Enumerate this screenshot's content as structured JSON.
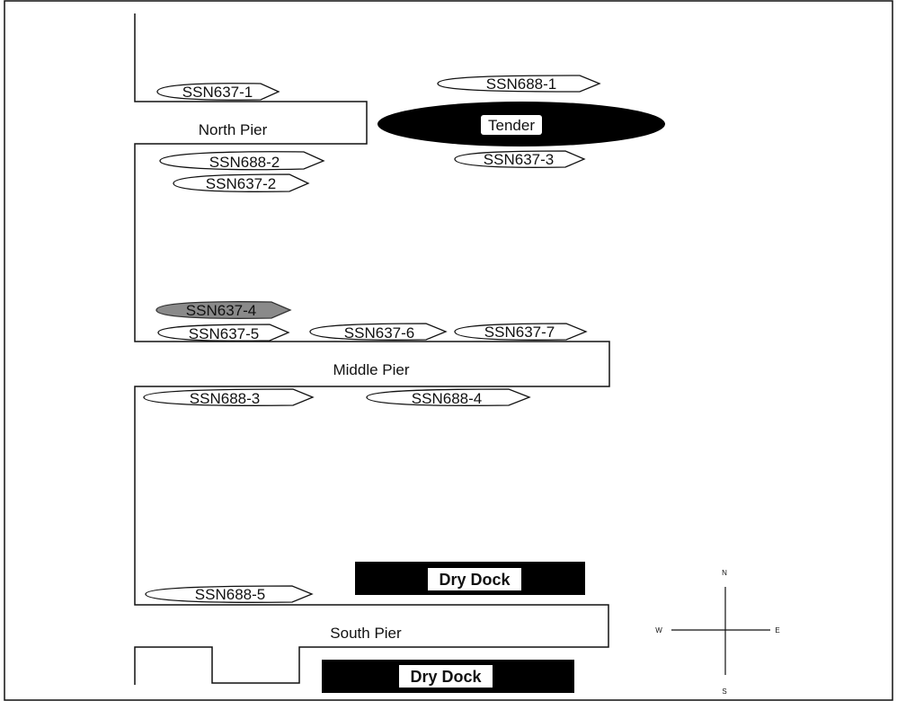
{
  "piers": {
    "north": "North Pier",
    "middle": "Middle Pier",
    "south": "South Pier"
  },
  "tender": {
    "label": "Tender"
  },
  "submarines": {
    "ssn637_1": "SSN637-1",
    "ssn688_1": "SSN688-1",
    "ssn688_2": "SSN688-2",
    "ssn637_2": "SSN637-2",
    "ssn637_3": "SSN637-3",
    "ssn637_4": "SSN637-4",
    "ssn637_5": "SSN637-5",
    "ssn637_6": "SSN637-6",
    "ssn637_7": "SSN637-7",
    "ssn688_3": "SSN688-3",
    "ssn688_4": "SSN688-4",
    "ssn688_5": "SSN688-5"
  },
  "dry_docks": {
    "upper": "Dry Dock",
    "lower": "Dry Dock"
  },
  "compass": {
    "n": "N",
    "s": "S",
    "e": "E",
    "w": "W"
  },
  "colors": {
    "line": "#111111",
    "tender_fill": "#000000",
    "highlight_sub_fill": "#8a8a8a",
    "dock_fill": "#000000"
  }
}
